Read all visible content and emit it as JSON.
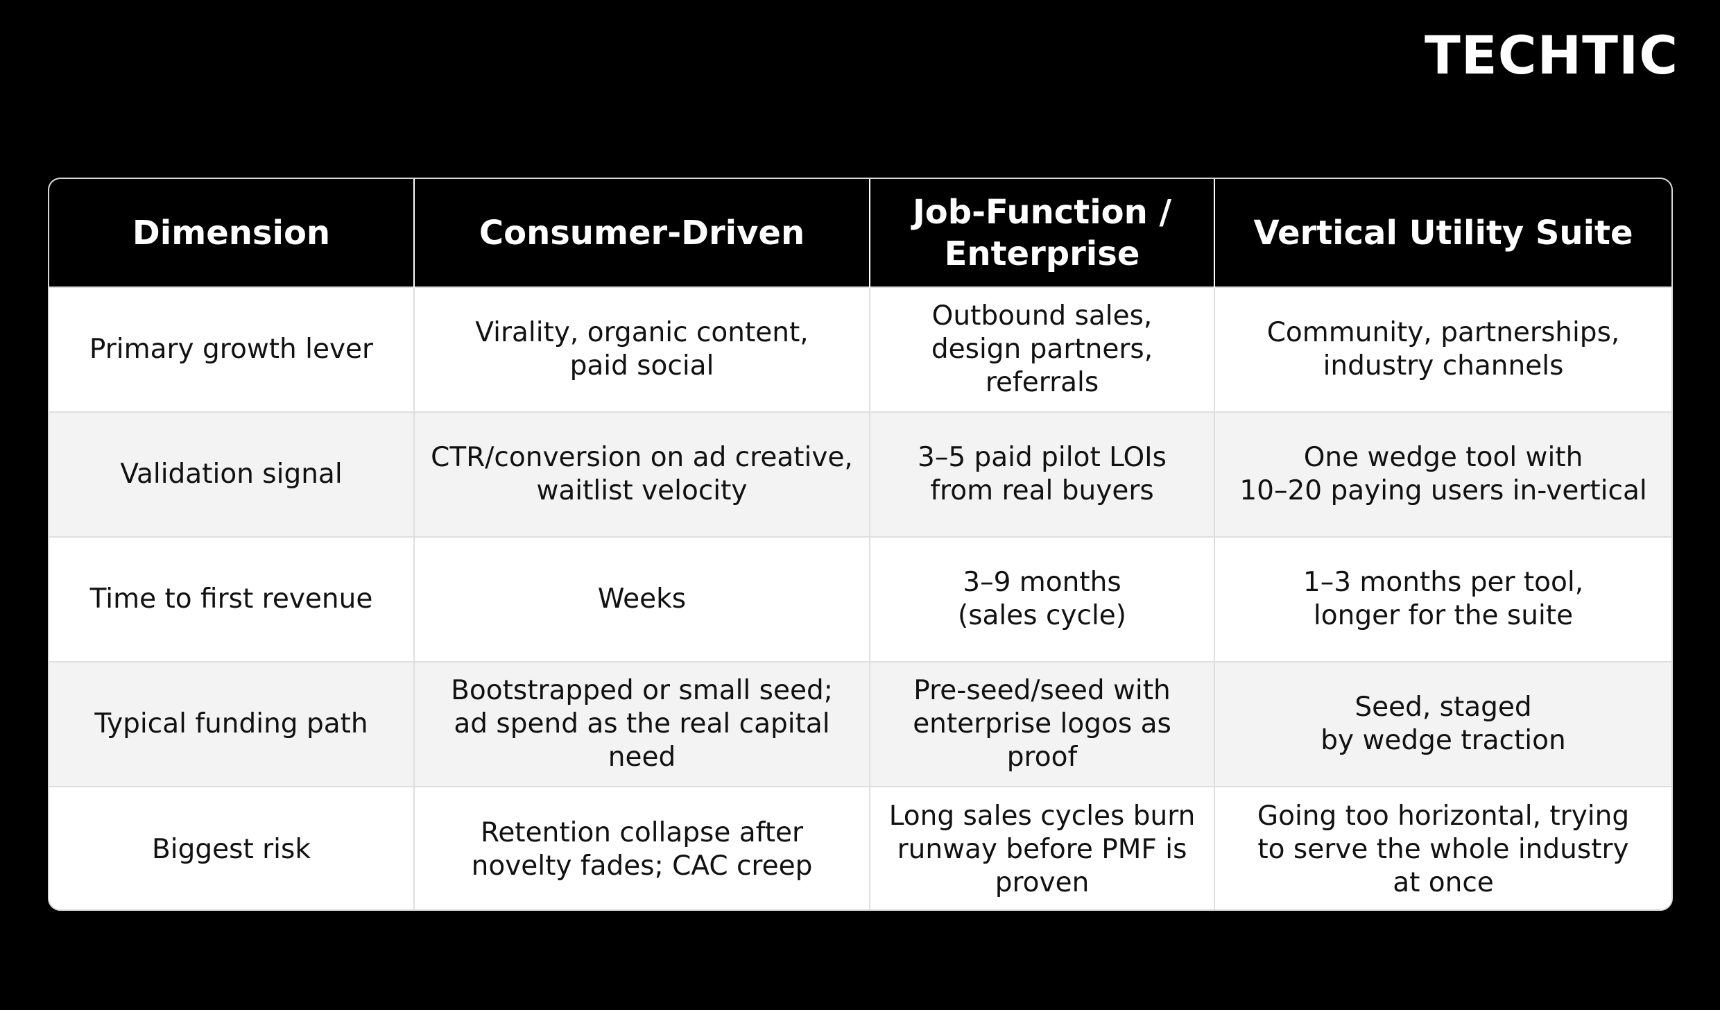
{
  "brand": {
    "logo_text": "TECHTIC"
  },
  "table": {
    "headers": [
      "Dimension",
      "Consumer-Driven",
      "Job-Function /\nEnterprise",
      "Vertical Utility Suite"
    ],
    "rows": [
      [
        "Primary growth lever",
        "Virality, organic content,\npaid social",
        "Outbound sales,\ndesign partners, referrals",
        "Community, partnerships,\nindustry channels"
      ],
      [
        "Validation signal",
        "CTR/conversion on ad creative,\nwaitlist velocity",
        "3–5 paid pilot LOIs\nfrom real buyers",
        "One wedge tool with\n10–20 paying users in-vertical"
      ],
      [
        "Time to first revenue",
        "Weeks",
        "3–9 months\n(sales cycle)",
        "1–3 months per tool,\nlonger for the suite"
      ],
      [
        "Typical funding path",
        "Bootstrapped or small seed;\nad spend as the real capital need",
        "Pre-seed/seed with\nenterprise logos as proof",
        "Seed, staged\nby wedge traction"
      ],
      [
        "Biggest risk",
        "Retention collapse after\nnovelty fades; CAC creep",
        "Long sales cycles burn\nrunway before PMF is\nproven",
        "Going too horizontal, trying\nto serve the whole industry\nat once"
      ]
    ]
  },
  "colors": {
    "background": "#000000",
    "header_bg": "#000000",
    "header_text": "#ffffff",
    "row_alt_bg": "#f3f3f3",
    "row_bg": "#ffffff",
    "grid": "#dedede"
  }
}
